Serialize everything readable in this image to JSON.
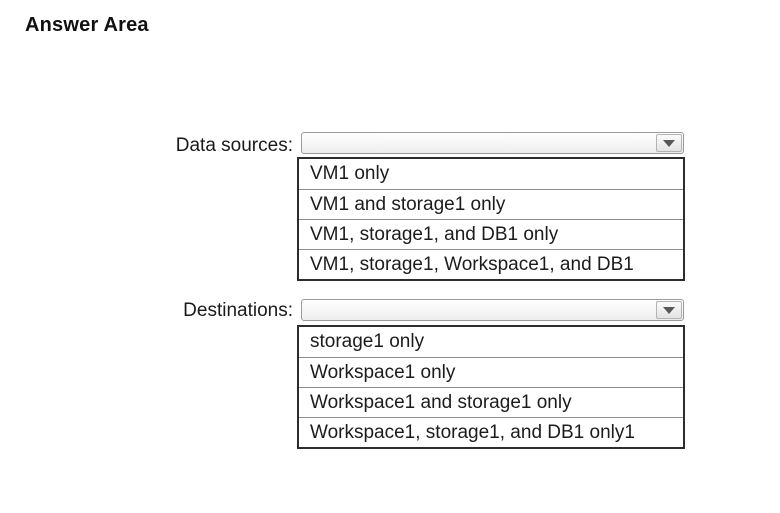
{
  "page": {
    "title": "Answer Area"
  },
  "colors": {
    "background": "#ffffff",
    "text": "#1a1a1a",
    "list_border": "#2d2d2d",
    "row_separator": "#8c8c8c",
    "combo_border": "#9b9b9b",
    "arrow_glyph": "#585858"
  },
  "sections": [
    {
      "label": "Data sources:",
      "dropdown": {
        "value": "",
        "icon": "chevron-down-icon"
      },
      "options": [
        "VM1 only",
        "VM1 and storage1 only",
        "VM1, storage1, and DB1 only",
        "VM1, storage1, Workspace1, and DB1"
      ]
    },
    {
      "label": "Destinations:",
      "dropdown": {
        "value": "",
        "icon": "chevron-down-icon"
      },
      "options": [
        "storage1 only",
        "Workspace1 only",
        "Workspace1 and storage1 only",
        "Workspace1, storage1, and DB1 only1"
      ]
    }
  ]
}
